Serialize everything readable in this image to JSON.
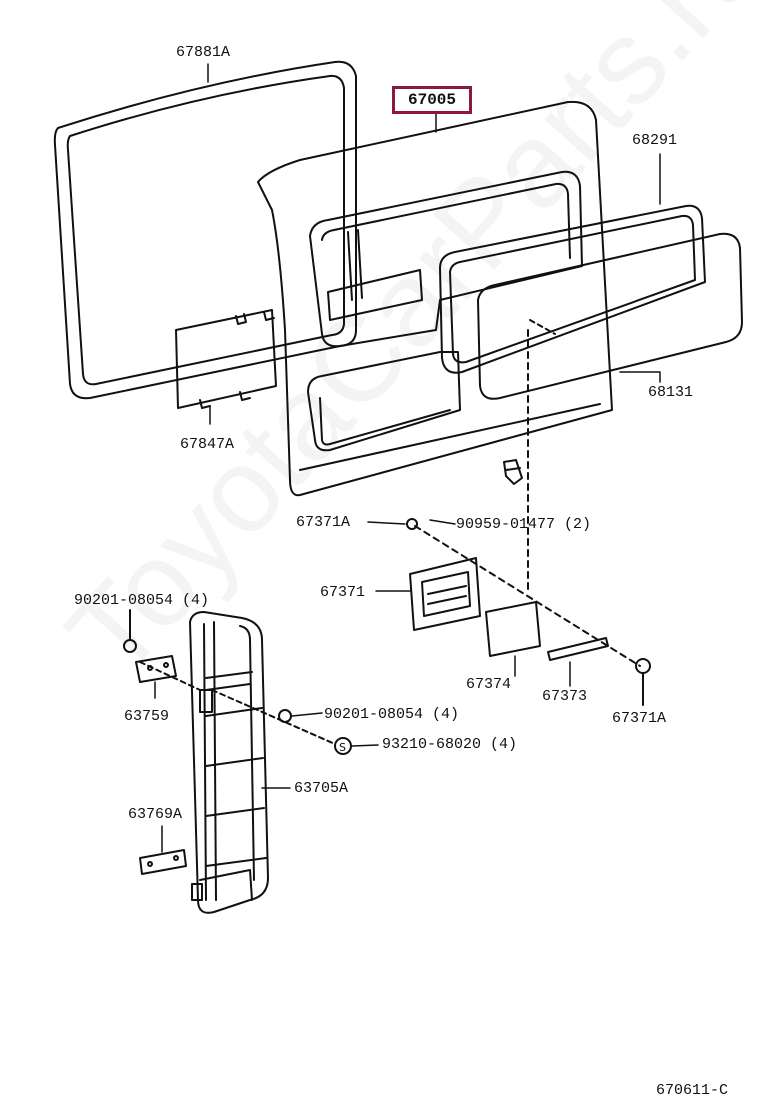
{
  "watermark": "ToyotaCarParts.ru",
  "highlight_part": "67005",
  "diagram_code": "670611-C",
  "labels": {
    "p67881A": "67881A",
    "p68291": "68291",
    "p68131": "68131",
    "p67847A": "67847A",
    "p67371A_top": "67371A",
    "p90959": "90959-01477 (2)",
    "p67371": "67371",
    "p90201_top": "90201-08054 (4)",
    "p63759": "63759",
    "p90201_mid": "90201-08054 (4)",
    "p93210": "93210-68020 (4)",
    "p63705A": "63705A",
    "p63769A": "63769A",
    "p67374": "67374",
    "p67373": "67373",
    "p67371A_bot": "67371A"
  },
  "colors": {
    "highlight": "#8b1a3a",
    "line": "#111111"
  }
}
